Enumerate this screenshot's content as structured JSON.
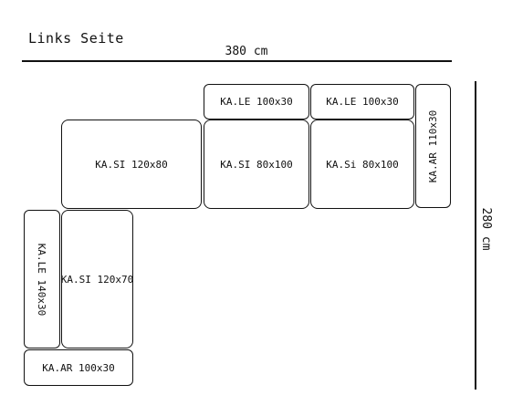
{
  "heading": "Links Seite",
  "dimensions": {
    "width": "380 cm",
    "height": "280 cm"
  },
  "modules": [
    {
      "id": "le-top-left",
      "label": "KA.LE 100x30"
    },
    {
      "id": "le-top-right",
      "label": "KA.LE 100x30"
    },
    {
      "id": "si-120x80",
      "label": "KA.SI 120x80"
    },
    {
      "id": "si-80x100-left",
      "label": "KA.SI 80x100"
    },
    {
      "id": "si-80x100-right",
      "label": "KA.Si 80x100"
    },
    {
      "id": "ar-110x30",
      "label": "KA.AR 110x30"
    },
    {
      "id": "le-140x30",
      "label": "KA.LE 140x30"
    },
    {
      "id": "si-120x70",
      "label": "KA.SI 120x70"
    },
    {
      "id": "ar-100x30",
      "label": "KA.AR 100x30"
    }
  ]
}
